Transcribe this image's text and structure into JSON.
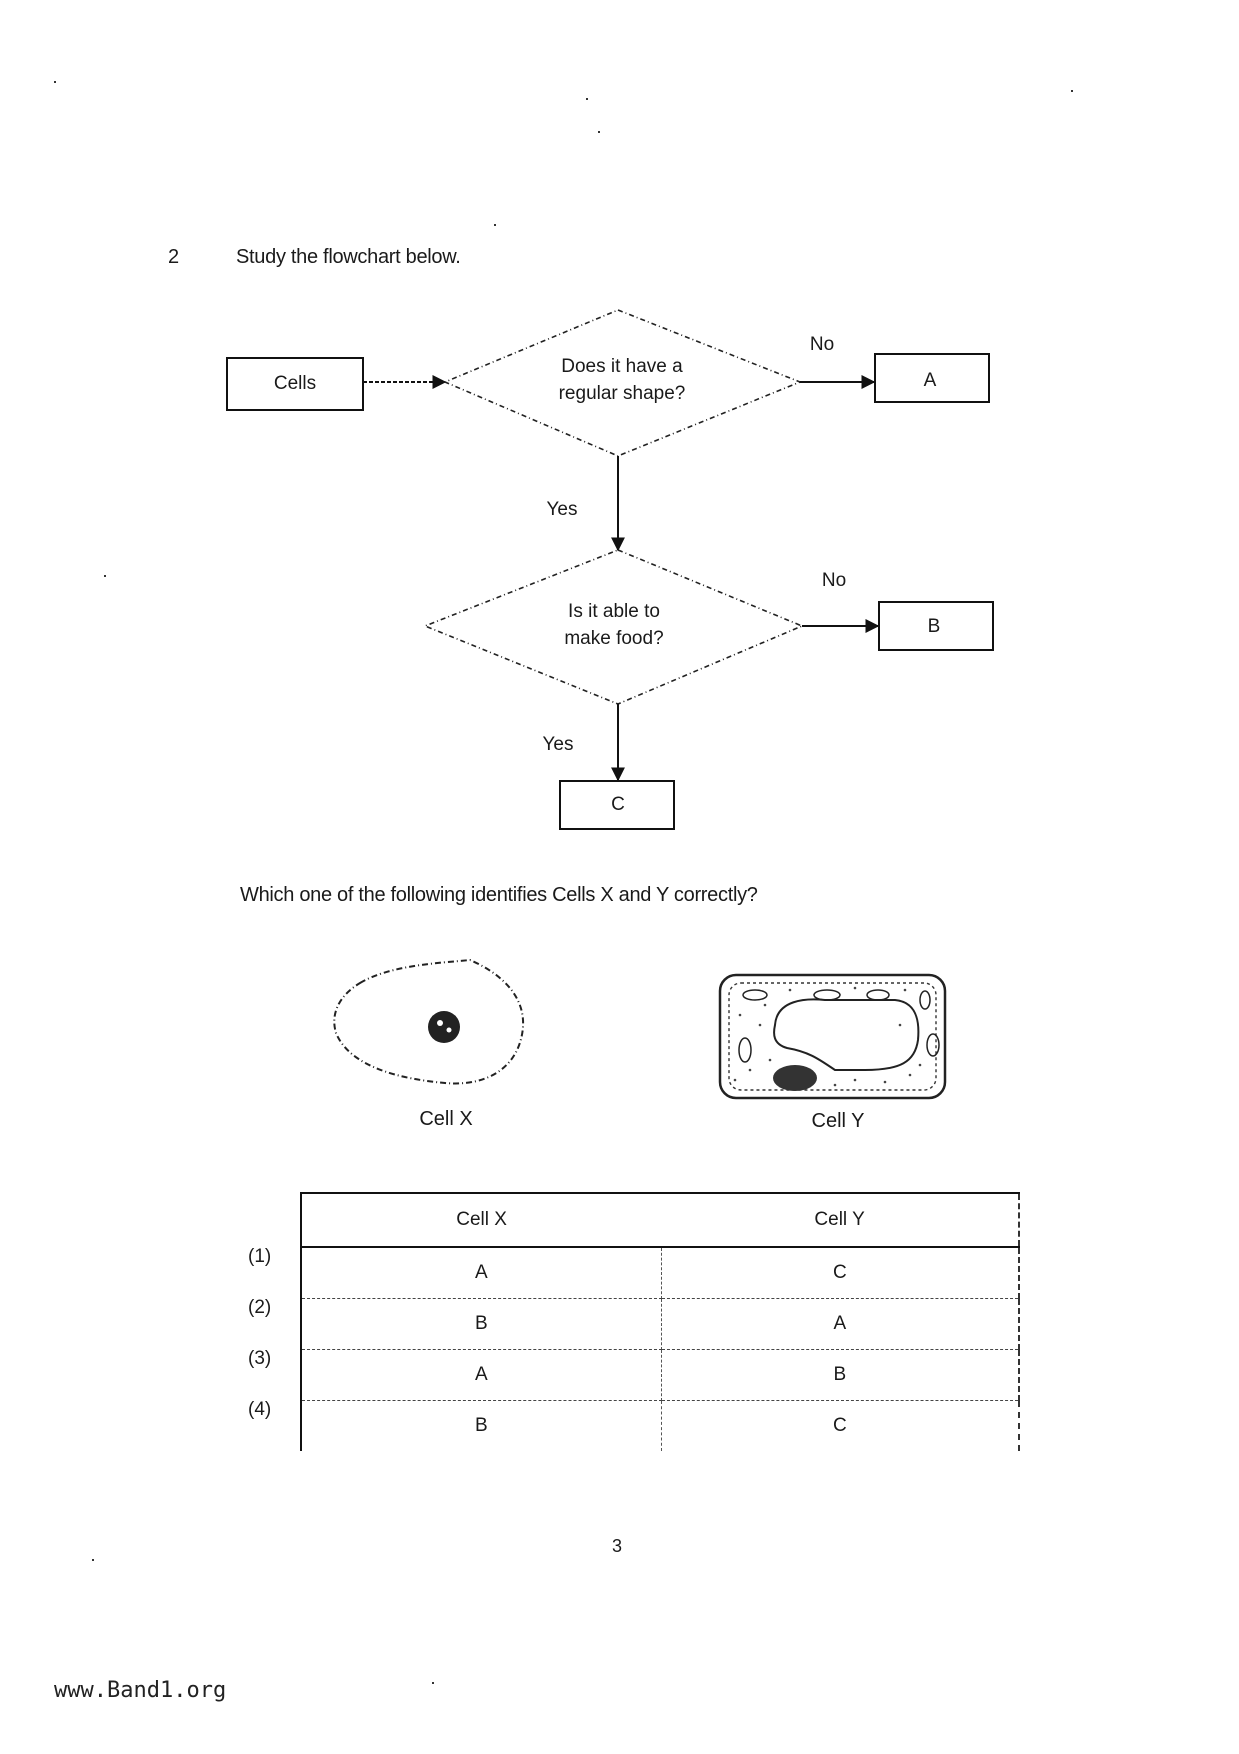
{
  "question": {
    "number": "2",
    "instruction": "Study the flowchart below.",
    "prompt": "Which one of the following identifies Cells X and Y correctly?"
  },
  "flowchart": {
    "start": "Cells",
    "decision1": {
      "line1": "Does it have a",
      "line2": "regular shape?"
    },
    "decision1_no_label": "No",
    "decision1_no_result": "A",
    "decision1_yes_label": "Yes",
    "decision2": {
      "line1": "Is it able to",
      "line2": "make food?"
    },
    "decision2_no_label": "No",
    "decision2_no_result": "B",
    "decision2_yes_label": "Yes",
    "decision2_yes_result": "C"
  },
  "cells": {
    "x_label": "Cell X",
    "y_label": "Cell Y"
  },
  "options_table": {
    "headers": [
      "Cell X",
      "Cell Y"
    ],
    "rows": [
      {
        "label": "(1)",
        "cell_x": "A",
        "cell_y": "C"
      },
      {
        "label": "(2)",
        "cell_x": "B",
        "cell_y": "A"
      },
      {
        "label": "(3)",
        "cell_x": "A",
        "cell_y": "B"
      },
      {
        "label": "(4)",
        "cell_x": "B",
        "cell_y": "C"
      }
    ]
  },
  "page_number": "3",
  "footer": "www.Band1.org"
}
